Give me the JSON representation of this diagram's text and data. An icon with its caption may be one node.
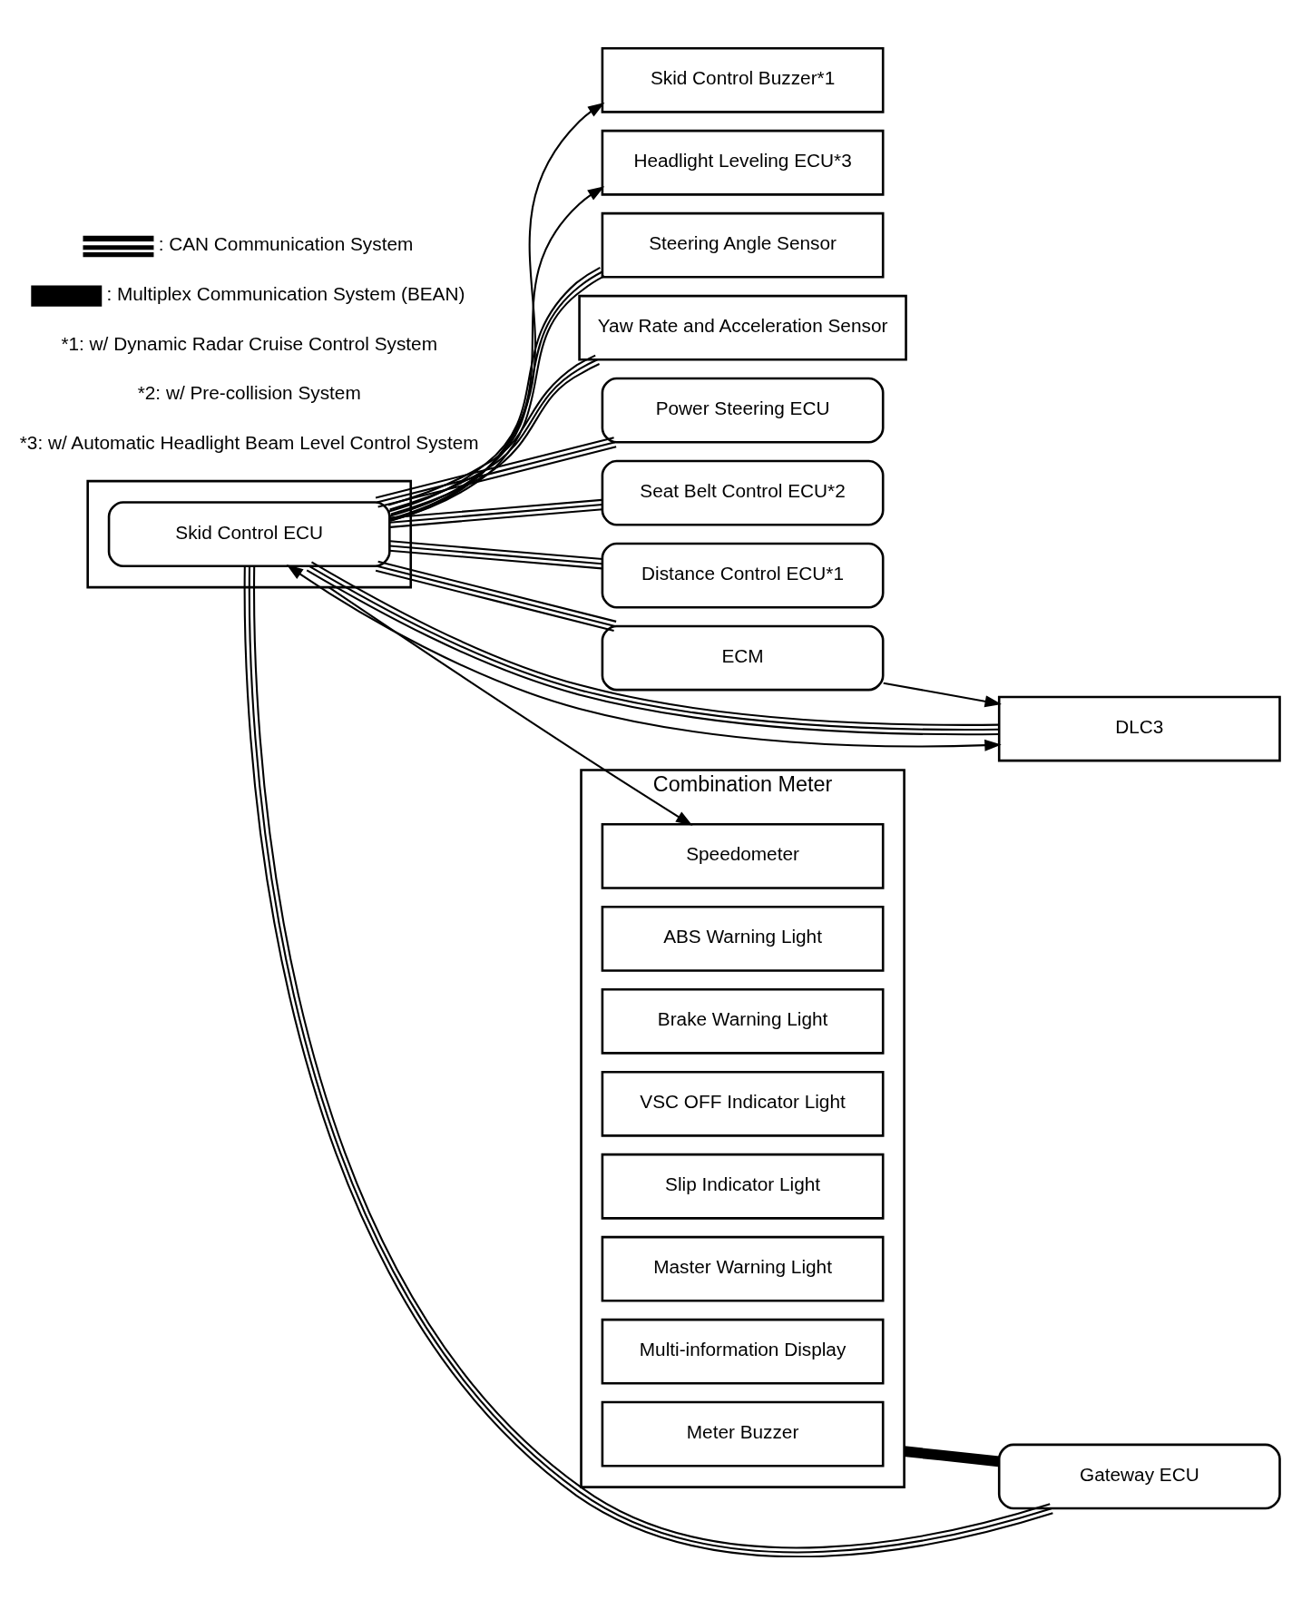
{
  "diagram": {
    "nodes": [
      {
        "text": [],
        "shape": "box"
      },
      {
        "text": [
          "Skid Control ECU"
        ],
        "in": 0
      },
      {
        "text": [
          "Skid Control Buzzer*1"
        ]
      },
      {
        "text": [
          "Headlight Leveling ECU*3"
        ]
      },
      {
        "text": [
          "Steering Angle Sensor"
        ]
      },
      {
        "text": [
          "Yaw Rate and Acceleration Sensor"
        ]
      },
      {
        "text": [
          "Power Steering ECU"
        ]
      },
      {
        "text": [
          "Seat Belt Control ECU*2"
        ]
      },
      {
        "text": [
          "Distance Control ECU*1"
        ]
      },
      {
        "text": [
          "ECM"
        ]
      },
      {
        "text": [
          "DLC3"
        ]
      },
      {
        "text": [
          "Combination Meter"
        ]
      },
      {
        "text": [
          "Speedometer"
        ],
        "in": 11
      },
      {
        "text": [
          "ABS Warning Light"
        ],
        "in": 11
      },
      {
        "text": [
          "Brake Warning Light"
        ],
        "in": 11
      },
      {
        "text": [
          "VSC OFF Indicator Light"
        ],
        "in": 11
      },
      {
        "text": [
          "Slip Indicator Light"
        ],
        "in": 11
      },
      {
        "text": [
          "Master Warning Light"
        ],
        "in": 11
      },
      {
        "text": [
          "Multi-information Display"
        ],
        "in": 11
      },
      {
        "text": [
          "Meter Buzzer"
        ],
        "in": 11
      },
      {
        "text": [
          "Gateway ECU"
        ]
      }
    ],
    "edges": [
      {
        "from": 1,
        "to": 2,
        "arrow": "to"
      },
      {
        "from": 1,
        "to": 3,
        "arrow": "to"
      },
      {
        "from": 0,
        "to": 12,
        "arrow": "to"
      },
      {
        "from": 1,
        "to": 10,
        "arrow": "both"
      },
      {
        "from": 9,
        "to": 10,
        "arrow": "to"
      },
      {
        "from": 1,
        "to": 4,
        "arrow": "none"
      },
      {
        "from": 1,
        "to": 5,
        "arrow": "none"
      },
      {
        "from": 1,
        "to": 6,
        "arrow": "none"
      },
      {
        "from": 1,
        "to": 7,
        "arrow": "none"
      },
      {
        "from": 1,
        "to": 8,
        "arrow": "none"
      },
      {
        "from": 1,
        "to": 9,
        "arrow": "none"
      },
      {
        "from": 1,
        "to": 10,
        "arrow": "none"
      },
      {
        "from": 1,
        "to": 20,
        "arrow": "none"
      },
      {
        "from": 11,
        "to": 20,
        "arrow": "none",
        "style": "thick"
      }
    ],
    "labels": [
      "*1: w/ Dynamic Radar Cruise Control System",
      "*2: w/ Pre-collision System",
      "*3: w/ Automatic Headlight Beam Level Control System"
    ],
    "legend": [
      {
        "text": ": CAN Communication System"
      },
      {
        "text": ": Multiplex Communication System (BEAN)"
      }
    ]
  }
}
